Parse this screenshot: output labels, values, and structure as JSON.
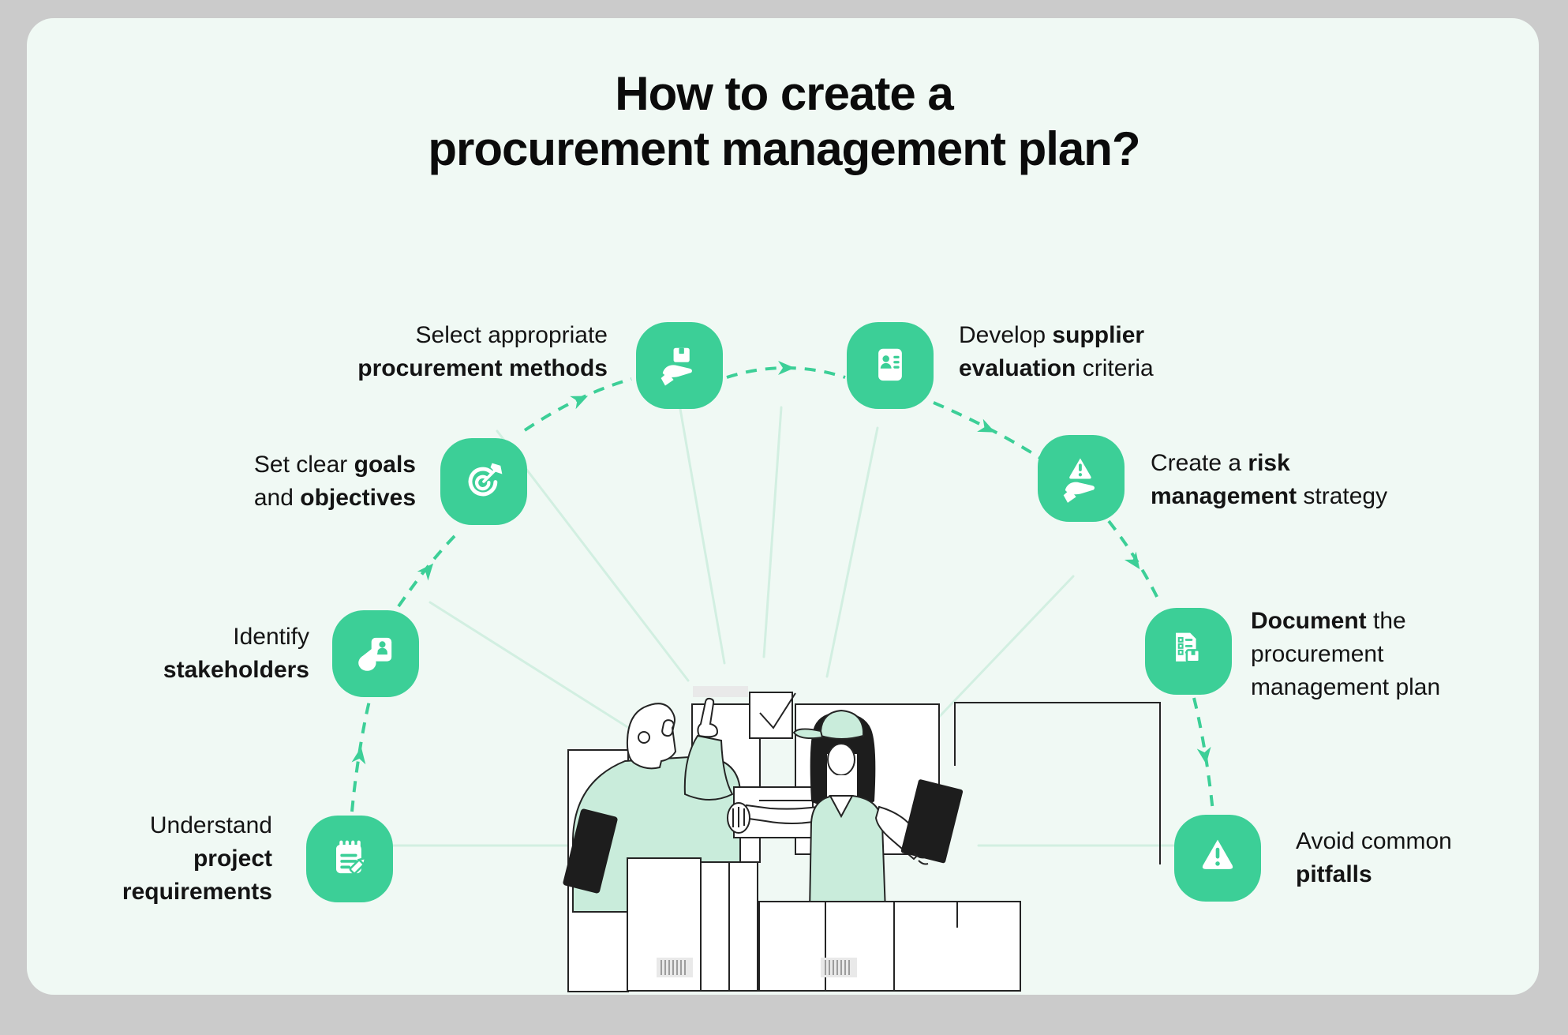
{
  "title": {
    "line1": "How to create a",
    "line2": "procurement management plan?"
  },
  "steps": [
    {
      "name": "understand-project-requirements",
      "icon": "notepad-pencil-icon",
      "lines": [
        [
          {
            "t": "Understand",
            "b": false
          }
        ],
        [
          {
            "t": "project",
            "b": true
          }
        ],
        [
          {
            "t": "requirements",
            "b": true
          }
        ]
      ]
    },
    {
      "name": "identify-stakeholders",
      "icon": "hand-pointing-card-icon",
      "lines": [
        [
          {
            "t": "Identify",
            "b": false
          }
        ],
        [
          {
            "t": "stakeholders",
            "b": true
          }
        ]
      ]
    },
    {
      "name": "set-clear-goals-and-objectives",
      "icon": "target-arrow-icon",
      "lines": [
        [
          {
            "t": "Set clear ",
            "b": false
          },
          {
            "t": "goals",
            "b": true
          }
        ],
        [
          {
            "t": "and ",
            "b": false
          },
          {
            "t": "objectives",
            "b": true
          }
        ]
      ]
    },
    {
      "name": "select-appropriate-procurement-methods",
      "icon": "hand-holding-box-icon",
      "lines": [
        [
          {
            "t": "Select appropriate",
            "b": false
          }
        ],
        [
          {
            "t": "procurement methods",
            "b": true
          }
        ]
      ]
    },
    {
      "name": "develop-supplier-evaluation-criteria",
      "icon": "id-card-icon",
      "lines": [
        [
          {
            "t": "Develop ",
            "b": false
          },
          {
            "t": "supplier",
            "b": true
          }
        ],
        [
          {
            "t": "evaluation",
            "b": true
          },
          {
            "t": " criteria",
            "b": false
          }
        ]
      ]
    },
    {
      "name": "create-risk-management-strategy",
      "icon": "hand-warning-icon",
      "lines": [
        [
          {
            "t": "Create a ",
            "b": false
          },
          {
            "t": "risk",
            "b": true
          }
        ],
        [
          {
            "t": "management",
            "b": true
          },
          {
            "t": " strategy",
            "b": false
          }
        ]
      ]
    },
    {
      "name": "document-procurement-management-plan",
      "icon": "document-checklist-icon",
      "lines": [
        [
          {
            "t": "Document",
            "b": true
          },
          {
            "t": " the",
            "b": false
          }
        ],
        [
          {
            "t": "procurement",
            "b": false
          }
        ],
        [
          {
            "t": "management plan",
            "b": false
          }
        ]
      ]
    },
    {
      "name": "avoid-common-pitfalls",
      "icon": "warning-triangle-icon",
      "lines": [
        [
          {
            "t": "Avoid common",
            "b": false
          }
        ],
        [
          {
            "t": "pitfalls",
            "b": true
          }
        ]
      ]
    }
  ],
  "colors": {
    "accent": "#3ccf97",
    "card_bg": "#f0f9f4",
    "page_bg": "#cbcbcb",
    "text": "#141414",
    "mint_fill": "#c9ecdb",
    "ray": "#cfeee0"
  }
}
